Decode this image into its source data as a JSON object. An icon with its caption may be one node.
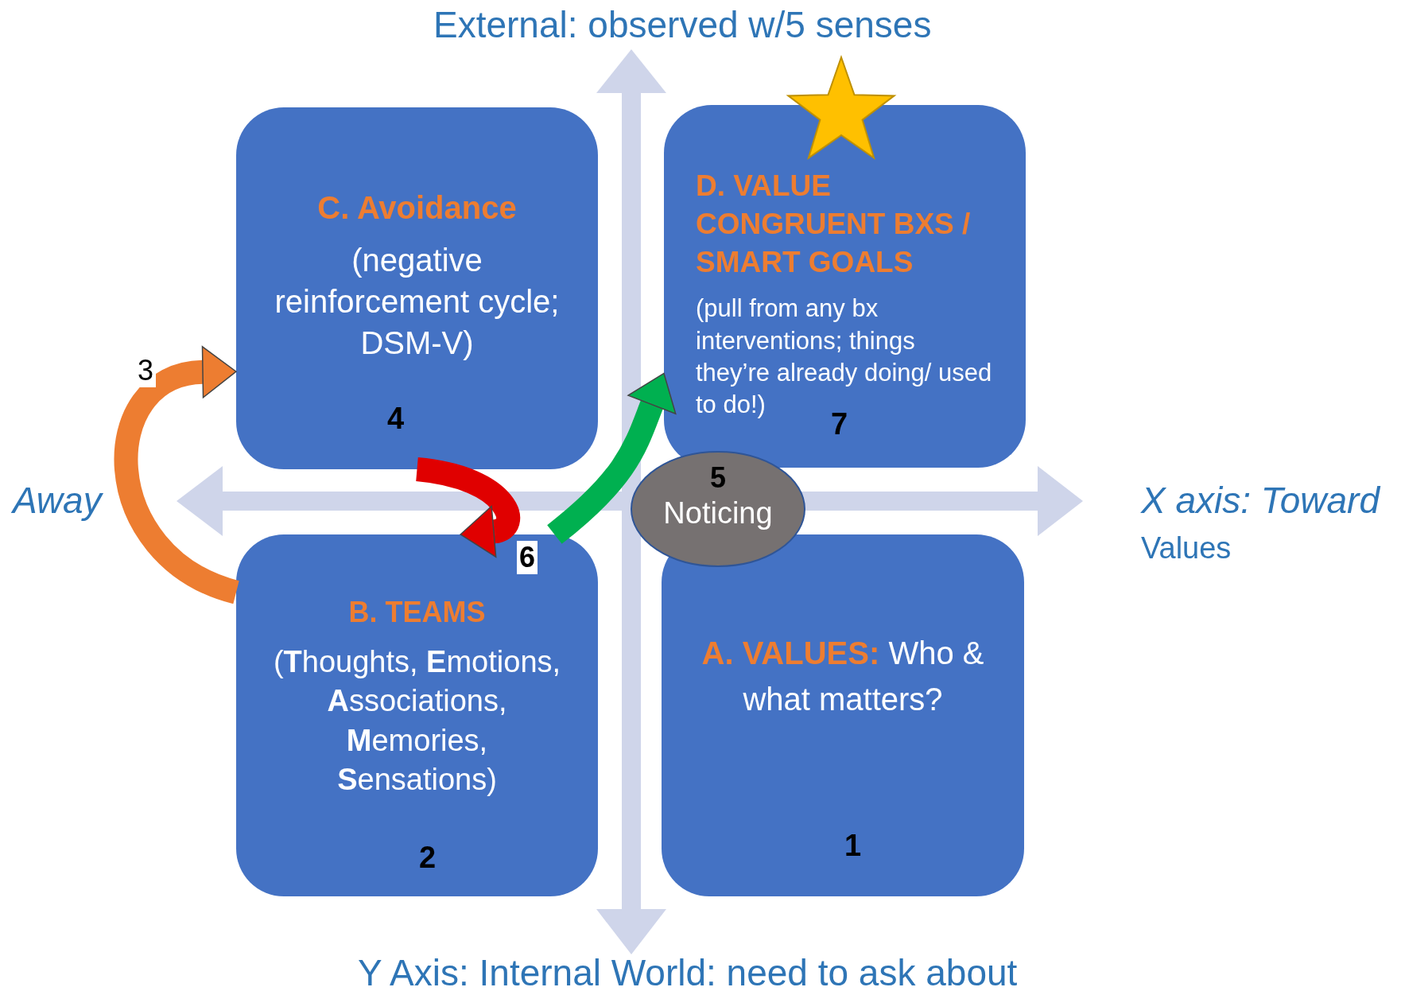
{
  "diagram": {
    "nodes": [
      {
        "text": [
          "C. Avoidance",
          "(negative reinforcement cycle; DSM-V)",
          "4"
        ]
      },
      {
        "text": [
          "D. VALUE CONGRUENT BXS / SMART GOALS",
          "(pull from any bx interventions; things they’re already doing/ used to do!)",
          "7"
        ]
      },
      {
        "text": [
          "B. TEAMS",
          "(**T**houghts, **E**motions, **A**ssociations, **M**emories, **S**ensations)",
          "2"
        ]
      },
      {
        "text": [
          "A. VALUES:",
          "Who & what matters?",
          "1"
        ]
      },
      {
        "text": [
          "5",
          "Noticing"
        ]
      }
    ],
    "edges": [
      {
        "from": 2,
        "to": 0,
        "arrow": "to",
        "label": "3",
        "color": "#ed7d31"
      },
      {
        "from": 0,
        "to": 2,
        "arrow": "to",
        "color": "#e00000"
      },
      {
        "from": 2,
        "to": 1,
        "arrow": "to",
        "label": "6",
        "color": "#00b050"
      }
    ],
    "labels": [
      "External: observed w/5 senses",
      "Away",
      "X axis: Toward",
      "Values",
      "Y Axis: Internal World: need to ask about"
    ]
  }
}
